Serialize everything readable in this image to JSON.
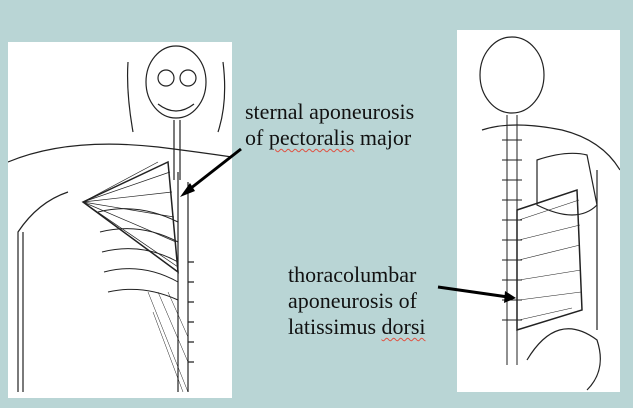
{
  "labels": {
    "pectoralis": {
      "line1": "sternal aponeurosis",
      "line2_prefix": "of ",
      "line2_word": "pectoralis",
      "line2_suffix": " major"
    },
    "latissimus": {
      "line1": "thoracolumbar",
      "line2": "aponeurosis of",
      "line3_prefix": "latissimus ",
      "line3_word": "dorsi"
    }
  },
  "colors": {
    "background": "#b9d5d5",
    "spellcheck": "#e05040"
  }
}
